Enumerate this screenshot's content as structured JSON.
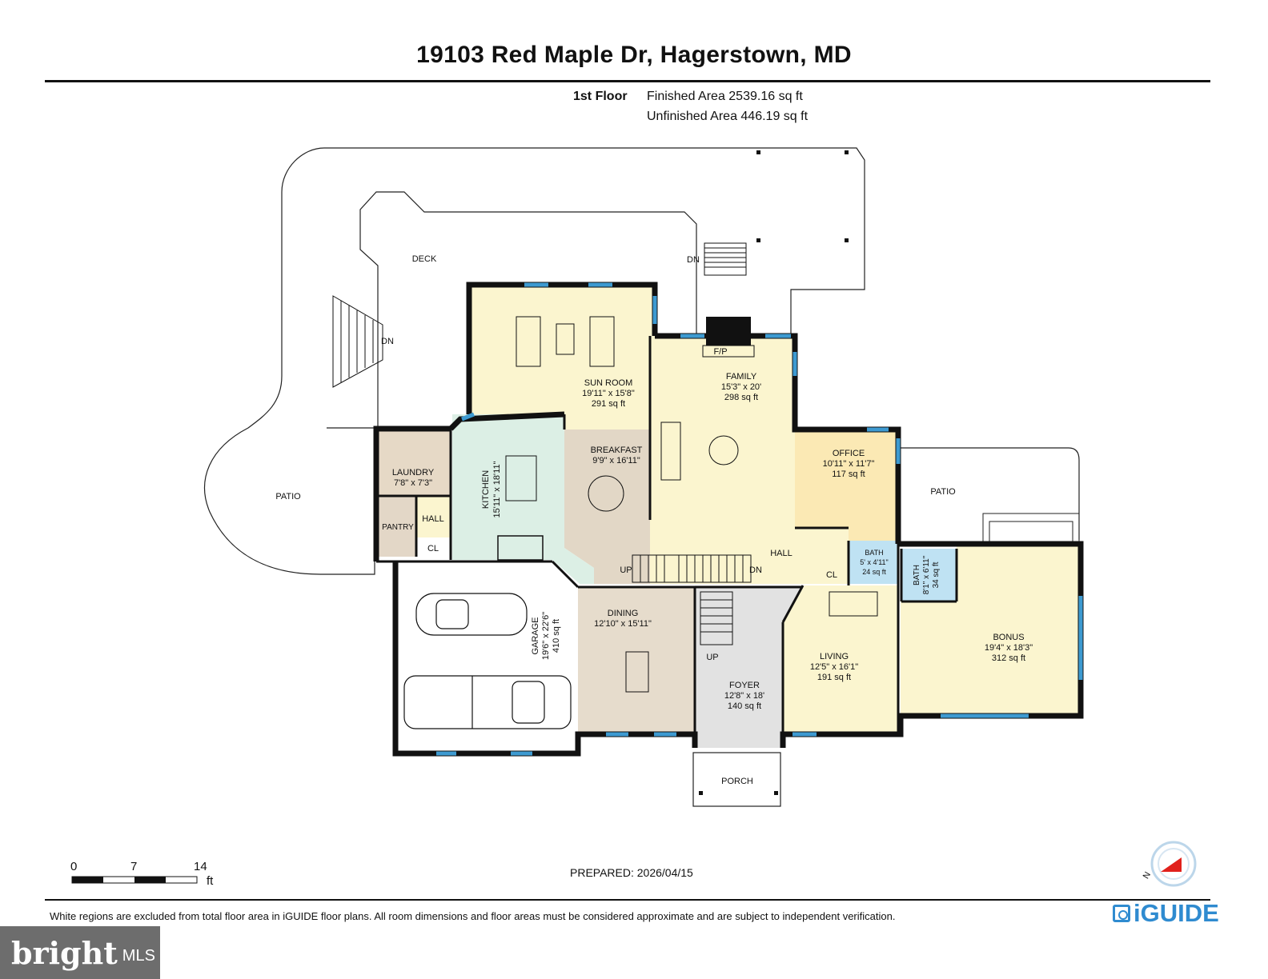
{
  "header": {
    "title": "19103 Red Maple Dr, Hagerstown, MD",
    "floor_label": "1st Floor",
    "finished_area": "Finished Area 2539.16 sq ft",
    "unfinished_area": "Unfinished Area 446.19 sq ft"
  },
  "rooms": {
    "sun_room": {
      "name": "SUN ROOM",
      "dims": "19'11\" x 15'8\"",
      "area": "291 sq ft"
    },
    "family": {
      "name": "FAMILY",
      "dims": "15'3\" x 20'",
      "area": "298 sq ft"
    },
    "breakfast": {
      "name": "BREAKFAST",
      "dims": "9'9\" x 16'11\""
    },
    "kitchen": {
      "name": "KITCHEN",
      "dims": "15'11\" x 18'11\""
    },
    "laundry": {
      "name": "LAUNDRY",
      "dims": "7'8\" x 7'3\""
    },
    "office": {
      "name": "OFFICE",
      "dims": "10'11\" x 11'7\"",
      "area": "117 sq ft"
    },
    "bath1": {
      "name": "BATH",
      "dims": "5' x 4'11\"",
      "area": "24 sq ft"
    },
    "bath2": {
      "name": "BATH",
      "dims": "8'1\" x 6'11\"",
      "area": "34 sq ft"
    },
    "bonus": {
      "name": "BONUS",
      "dims": "19'4\" x 18'3\"",
      "area": "312 sq ft"
    },
    "living": {
      "name": "LIVING",
      "dims": "12'5\" x 16'1\"",
      "area": "191 sq ft"
    },
    "foyer": {
      "name": "FOYER",
      "dims": "12'8\" x 18'",
      "area": "140 sq ft"
    },
    "dining": {
      "name": "DINING",
      "dims": "12'10\" x 15'11\""
    },
    "garage": {
      "name": "GARAGE",
      "dims": "19'6\" x 22'6\"",
      "area": "410 sq ft"
    }
  },
  "labels": {
    "deck": "DECK",
    "patio_left": "PATIO",
    "patio_right": "PATIO",
    "porch": "PORCH",
    "pantry": "PANTRY",
    "hall_small": "HALL",
    "hall_main": "HALL",
    "cl_left": "CL",
    "cl_right": "CL",
    "fp": "F/P",
    "dn_deck_top": "DN",
    "dn_deck_left": "DN",
    "dn_stair": "DN",
    "up_stair": "UP",
    "up_foyer": "UP"
  },
  "scale": {
    "tick_0": "0",
    "tick_7": "7",
    "tick_14": "14",
    "unit": "ft"
  },
  "footer": {
    "prepared": "PREPARED: 2026/04/15",
    "disclaimer": "White regions are excluded from total floor area in iGUIDE floor plans. All room dimensions and floor areas must be considered approximate and are subject to independent verification.",
    "iguide_logo_text": "iGUIDE",
    "bright_logo_text": "bright",
    "bright_logo_suffix": "MLS",
    "compass_letter": "N"
  },
  "colors": {
    "sun_room": "#fbf5cf",
    "family": "#fbf5cf",
    "office": "#fbe9b4",
    "breakfast": "#e2d7c6",
    "kitchen": "#dcefe5",
    "laundry": "#e6d9c6",
    "pantry": "#e3d7c7",
    "bath": "#bfe2f3",
    "bonus": "#fbf5cf",
    "living": "#fbf5cf",
    "foyer": "#e2e2e2",
    "dining": "#e6dccc",
    "wall": "#111111",
    "window": "#3d9ad1",
    "iguide_blue": "#2f8bd0",
    "compass_red": "#e1211c"
  }
}
